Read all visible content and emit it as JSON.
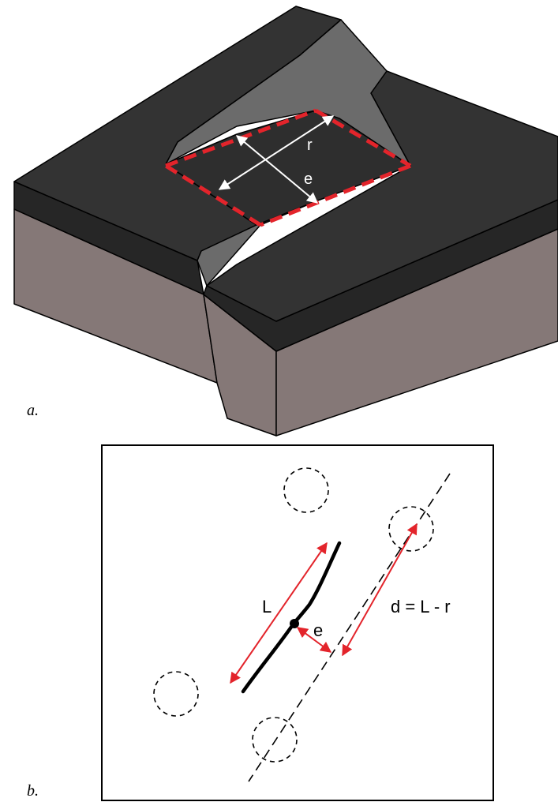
{
  "panel_a": {
    "caption": "a.",
    "label_r": "r",
    "label_e": "e",
    "colors": {
      "top_surface": "#333333",
      "ramp": "#6b6b6b",
      "side_band": "#262626",
      "substrate_side": "#857877",
      "measure_red": "#e3242b",
      "arrow_white": "#ffffff"
    }
  },
  "panel_b": {
    "caption": "b.",
    "label_L": "L",
    "label_e": "e",
    "label_d": "d = L - r",
    "colors": {
      "frame": "#000000",
      "measure_red": "#e3242b",
      "trace": "#000000"
    }
  }
}
